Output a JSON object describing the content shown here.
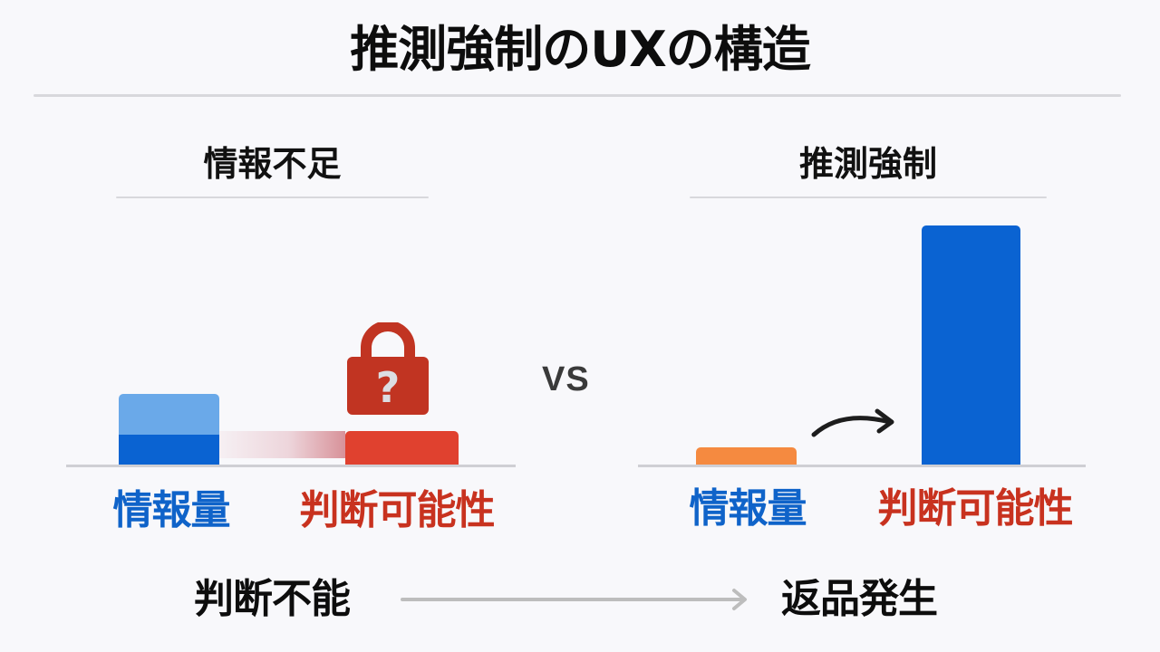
{
  "title": "推測強制のUXの構造",
  "vs_label": "VS",
  "colors": {
    "blue_dark": "#0a63d2",
    "blue_light": "#6aa9e9",
    "red": "#e0412f",
    "lock_red": "#c13422",
    "orange": "#f58a40",
    "label_blue": "#0f63c9",
    "label_red": "#c8321f",
    "divider": "#d8d8dc"
  },
  "left_panel": {
    "heading": "情報不足",
    "bar_labels": [
      "情報量",
      "判断可能性"
    ],
    "lock_icon_glyph": "?"
  },
  "right_panel": {
    "heading": "推測強制",
    "bar_labels": [
      "情報量",
      "判断可能性"
    ]
  },
  "flow": {
    "from": "判断不能",
    "to": "返品発生"
  },
  "chart_data": [
    {
      "type": "bar",
      "title": "情報不足",
      "categories": [
        "情報量",
        "判断可能性"
      ],
      "values": [
        78,
        37
      ],
      "note": "情報量 bar shows low (dark) and upper light segment; 判断可能性 blocked by padlock with question mark",
      "grid": false,
      "legend": "none"
    },
    {
      "type": "bar",
      "title": "推測強制",
      "categories": [
        "情報量",
        "判断可能性"
      ],
      "values": [
        19,
        264
      ],
      "note": "curved arrow from small 情報量 bar to tall 判断可能性 bar",
      "grid": false,
      "legend": "none"
    }
  ]
}
